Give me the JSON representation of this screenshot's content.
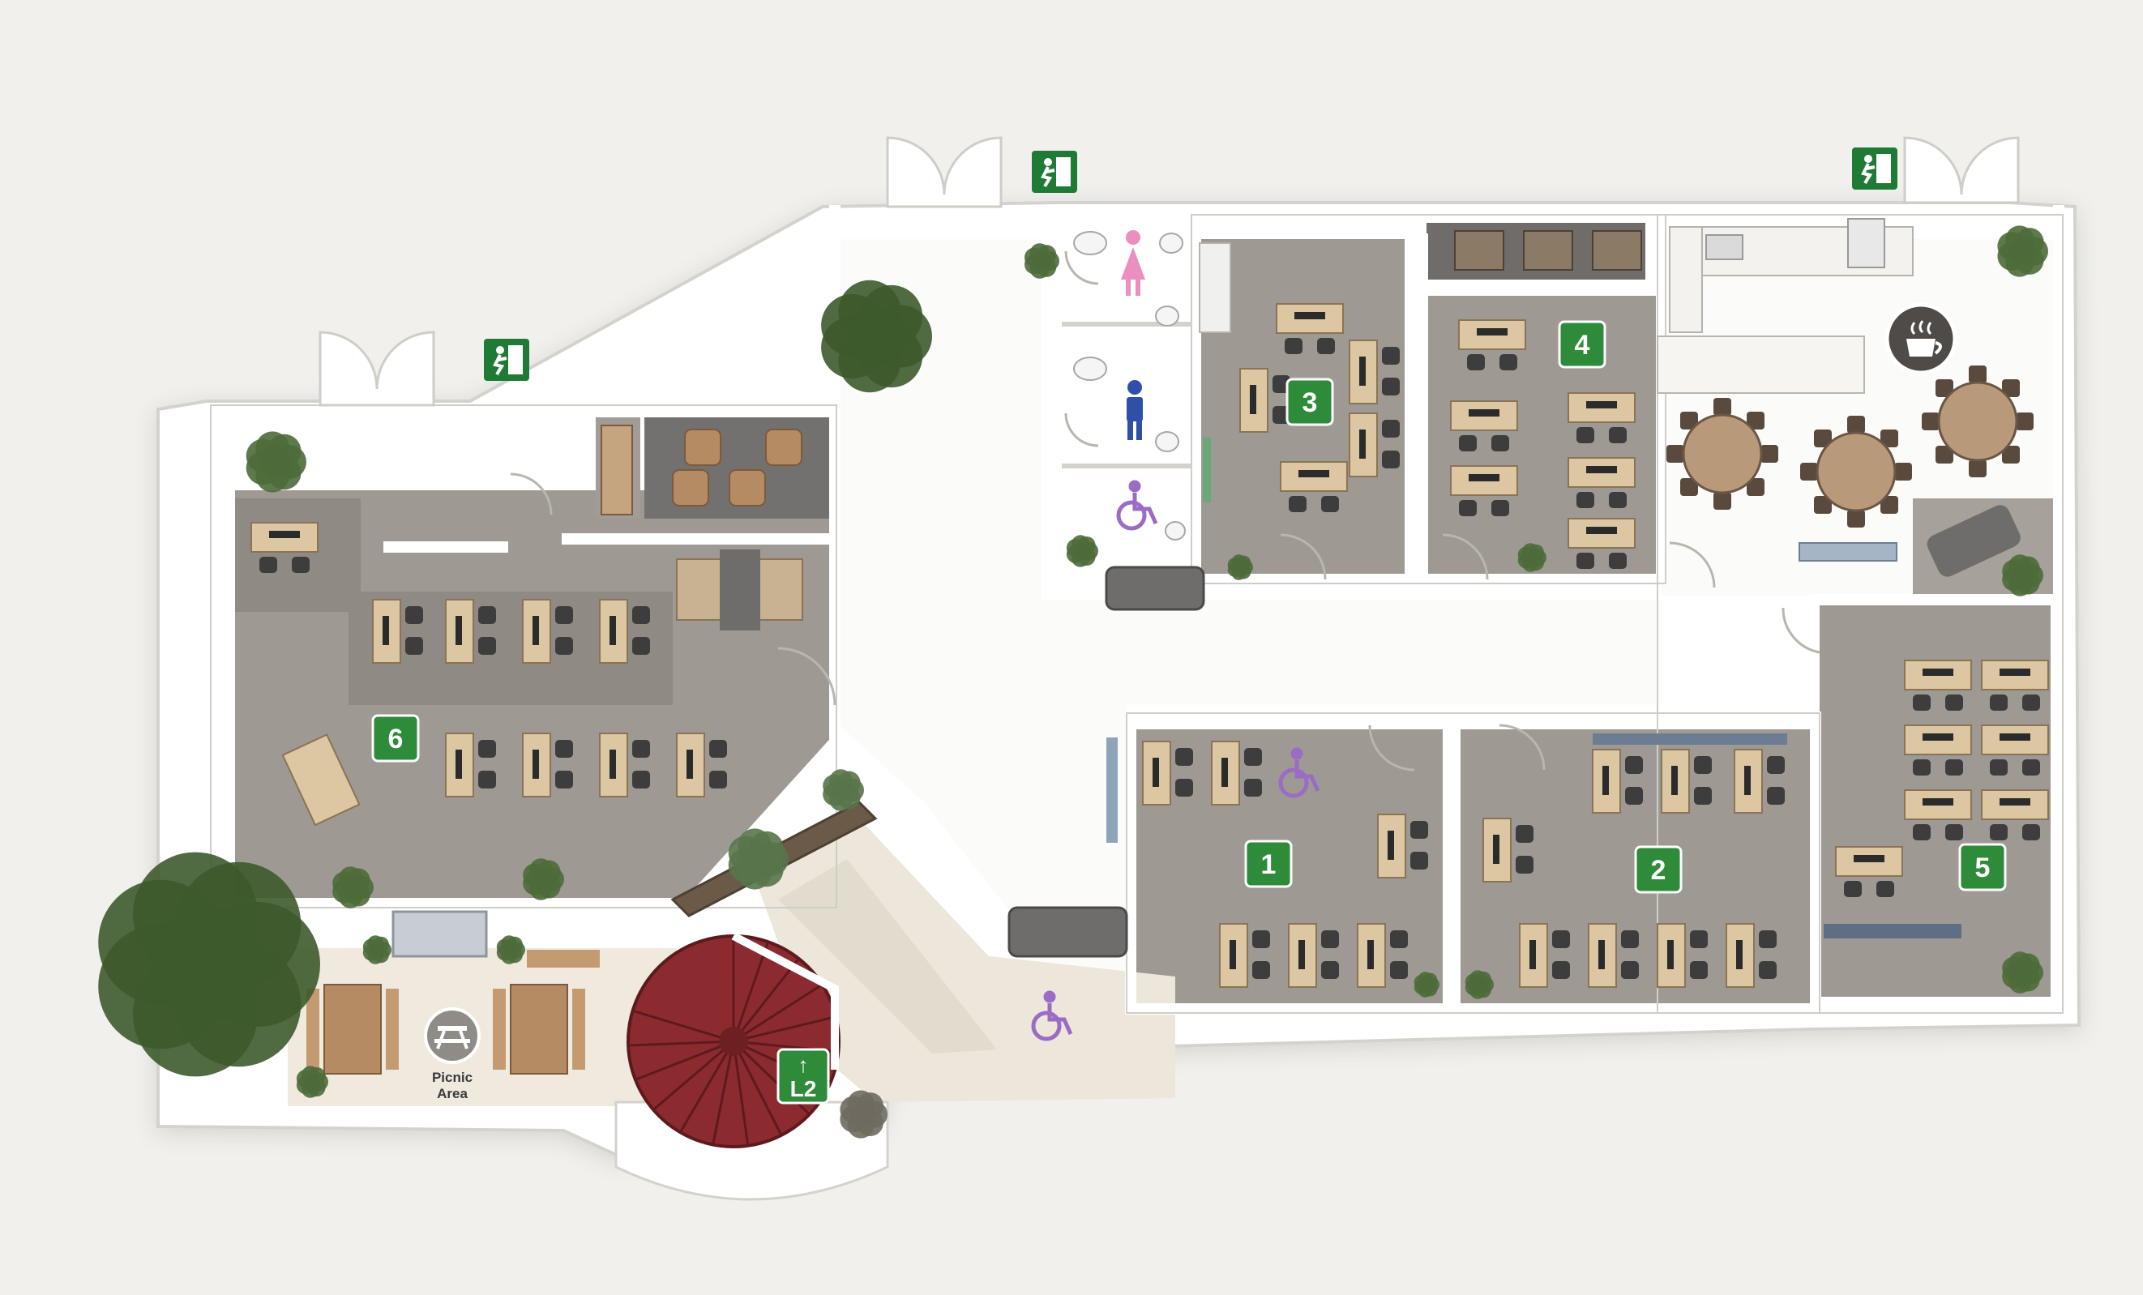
{
  "colors": {
    "background": "#f1f0ed",
    "carpet": "#9e9993",
    "corridor": "#fbfbfa",
    "wall": "#ffffff",
    "room_badge": "#2e8b3a",
    "exit_sign": "#1f7a35",
    "stair": "#8c2b2f",
    "women_icon": "#ea8fc0",
    "men_icon": "#2f4fa8",
    "accessible_icon": "#9b6cc4",
    "desk": "#dcc7a2",
    "plant": "#4d6b3a",
    "tree": "#3d5a2c"
  },
  "rooms": [
    {
      "id": "1",
      "label": "1"
    },
    {
      "id": "2",
      "label": "2"
    },
    {
      "id": "3",
      "label": "3"
    },
    {
      "id": "4",
      "label": "4"
    },
    {
      "id": "5",
      "label": "5"
    },
    {
      "id": "6",
      "label": "6"
    }
  ],
  "stairs": {
    "label": "L2",
    "arrow": "↑",
    "icon": "stairs-up-icon"
  },
  "picnic": {
    "line1": "Picnic",
    "line2": "Area",
    "icon": "picnic-table-icon"
  },
  "cafe": {
    "icon": "coffee-cup-icon"
  },
  "exits": [
    {
      "id": "exit-left",
      "icon": "emergency-exit-icon"
    },
    {
      "id": "exit-center",
      "icon": "emergency-exit-icon"
    },
    {
      "id": "exit-right",
      "icon": "emergency-exit-icon"
    }
  ],
  "restrooms": {
    "women_icon": "women-restroom-icon",
    "men_icon": "men-restroom-icon",
    "accessible_icon": "wheelchair-accessible-icon"
  }
}
